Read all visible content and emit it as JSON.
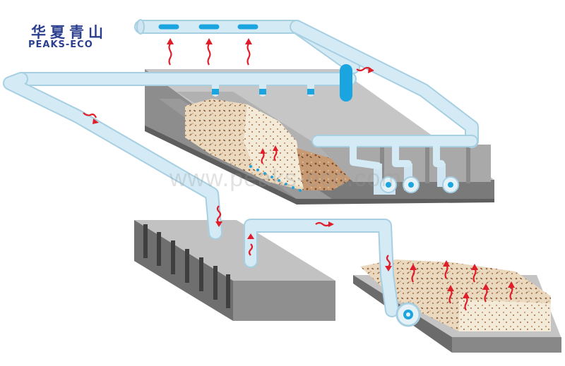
{
  "logo": {
    "chinese_name": "华夏青山",
    "english_name": "PEAKS-ECO"
  },
  "watermark": {
    "text": "www.peaks-eco.com"
  },
  "colors": {
    "duct": "#cfe6f2",
    "duct_edge": "#a7cfe2",
    "duct_dark": "#9cc7dc",
    "accent_blue": "#1aa5e0",
    "arrow_red": "#e01d2a",
    "concrete_top": "#bdbdbd",
    "concrete_side": "#8f8f8f",
    "concrete_dark": "#6e6e6e",
    "compost_light": "#e8d7bb",
    "compost_dark": "#a9744e",
    "logo_blue": "#2b3f8f"
  },
  "icons": [
    "heat-flow-arrow-icon",
    "air-flow-arrow-icon",
    "fan-blower-icon"
  ]
}
